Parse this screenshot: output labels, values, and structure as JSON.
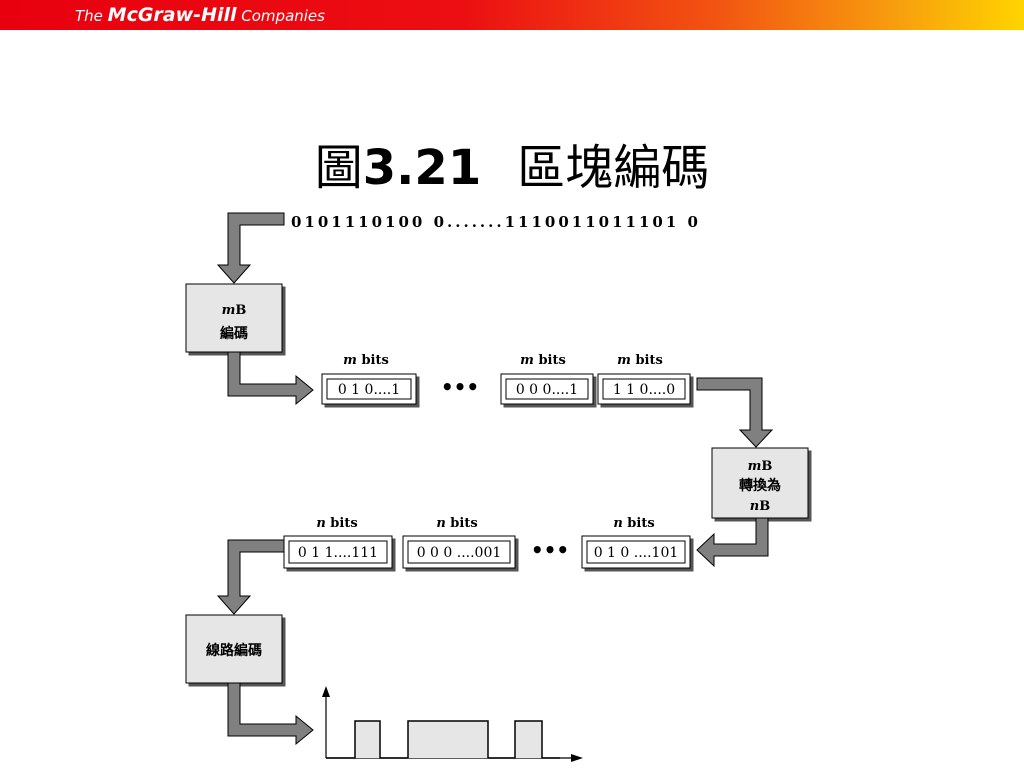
{
  "header": {
    "logo_the": "The ",
    "logo_brand": "McGraw-Hill",
    "logo_companies": " Companies"
  },
  "title": {
    "prefix": "圖",
    "number": "3.21",
    "text": "區塊編碼"
  },
  "diagram": {
    "input_bits": "0101110100 0.......1110011011101 0",
    "encoder_box": {
      "line1_var": "m",
      "line1_rest": "B",
      "line2": "編碼"
    },
    "m_blocks": [
      {
        "caption_var": "m",
        "caption_rest": " bits",
        "value": "0 1 0....1"
      },
      {
        "caption_var": "m",
        "caption_rest": " bits",
        "value": "0 0 0....1"
      },
      {
        "caption_var": "m",
        "caption_rest": " bits",
        "value": "1 1 0....0"
      }
    ],
    "ellipsis": "•••",
    "convert_box": {
      "line1_var": "m",
      "line1_rest": "B",
      "line2": "轉換為",
      "line3_var": "n",
      "line3_rest": "B"
    },
    "n_blocks": [
      {
        "caption_var": "n",
        "caption_rest": " bits",
        "value": "0 1 1....111"
      },
      {
        "caption_var": "n",
        "caption_rest": " bits",
        "value": "0 0 0 ....001"
      },
      {
        "caption_var": "n",
        "caption_rest": " bits",
        "value": "0 1 0 ....101"
      }
    ],
    "line_coding_box": {
      "label": "線路編碼"
    }
  },
  "colors": {
    "arrow_fill": "#808080",
    "box_fill": "#e6e6e6",
    "header_red": "#e8000f",
    "header_yellow": "#ffd400"
  }
}
